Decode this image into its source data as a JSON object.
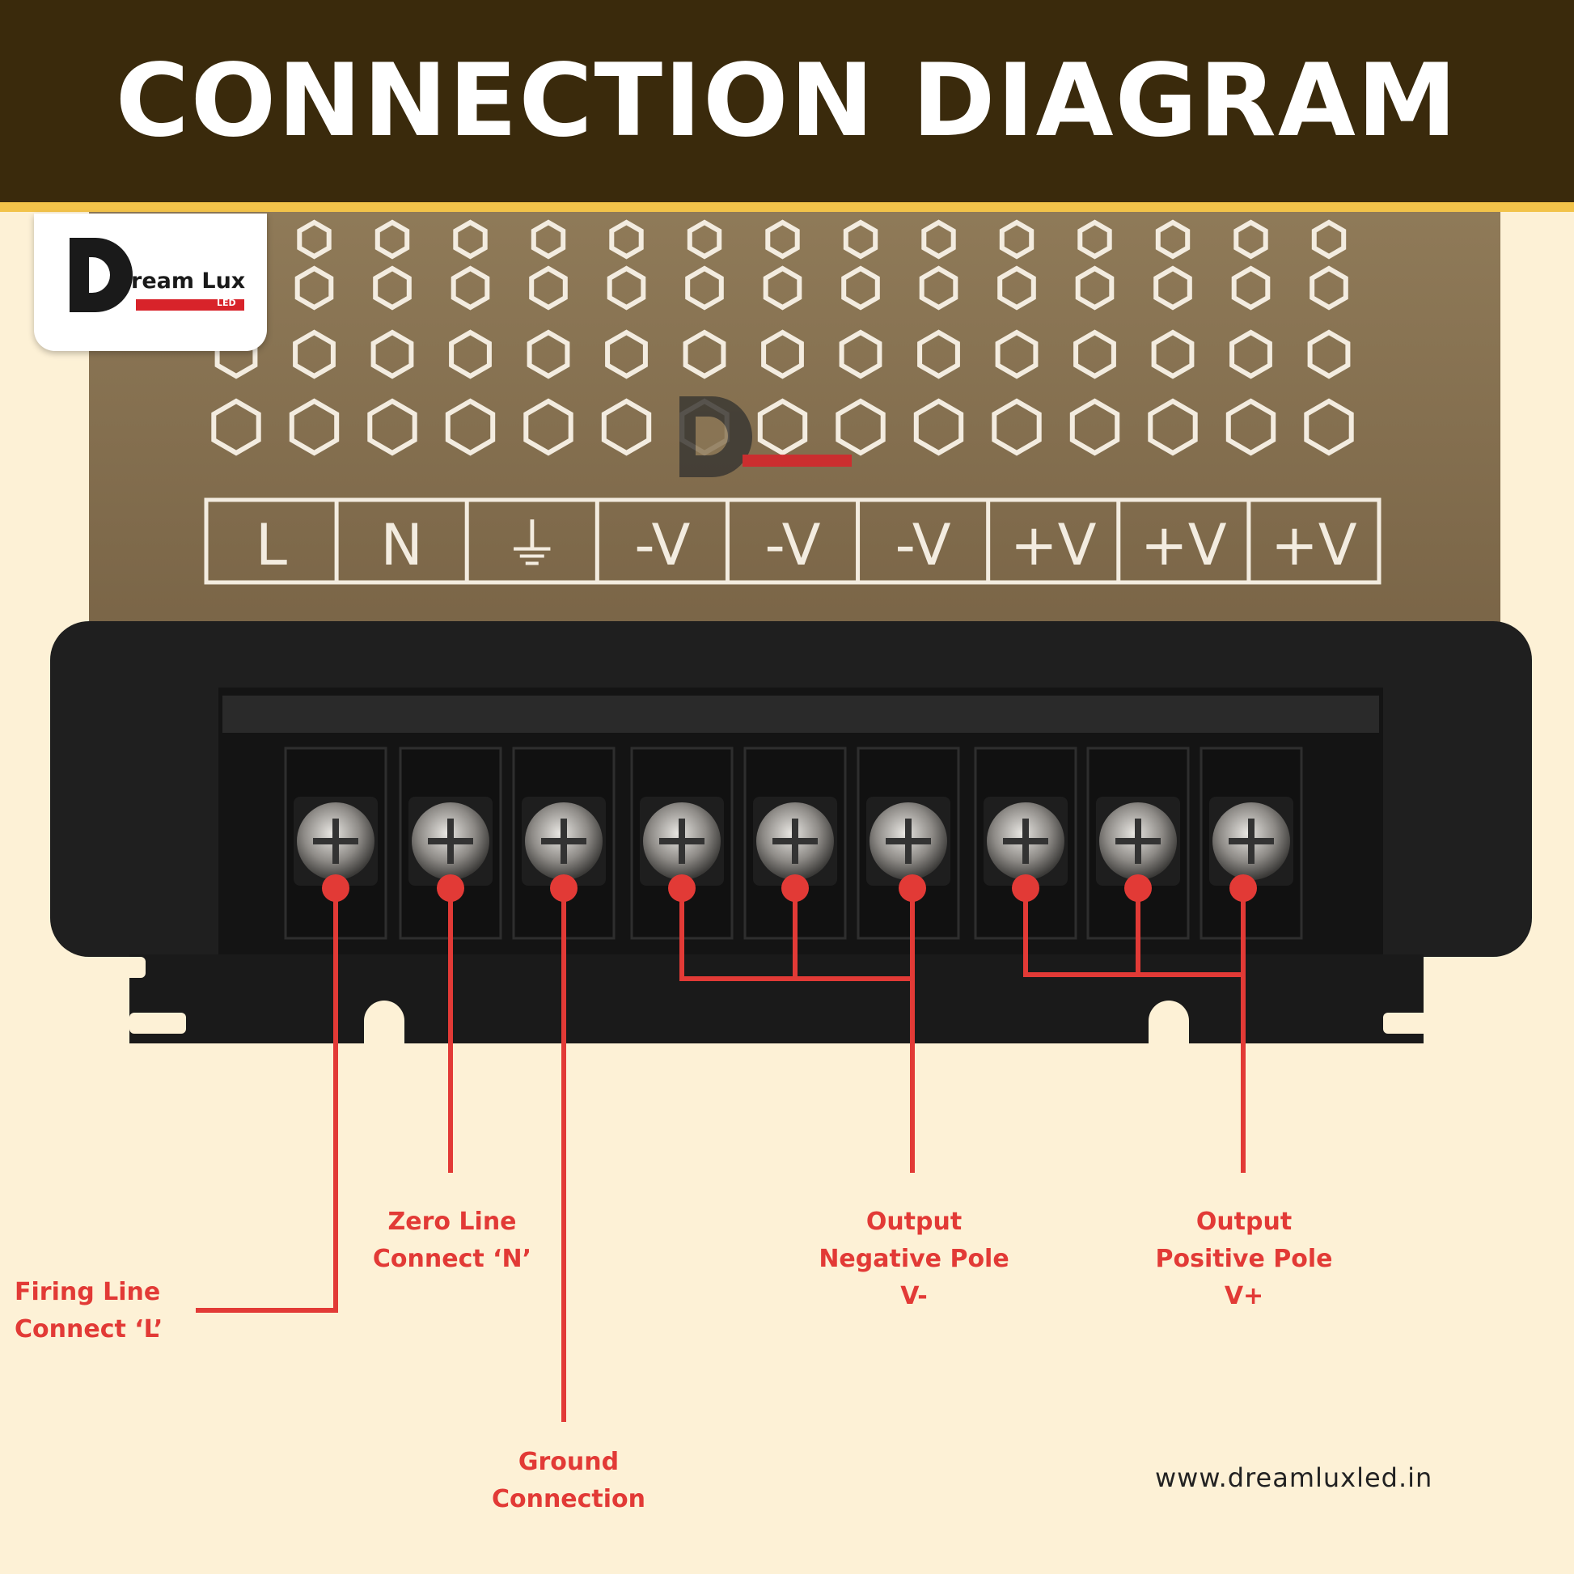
{
  "title": "CONNECTION DIAGRAM",
  "brand": {
    "name": "ream Lux",
    "sub": "LED"
  },
  "terminal_labels": [
    "L",
    "N",
    "⏚",
    "-V",
    "-V",
    "-V",
    "+V",
    "+V",
    "+V"
  ],
  "labels": {
    "firing": [
      "Firing  Line",
      "Connect ‘L’"
    ],
    "zero": [
      "Zero Line",
      "Connect ‘N’"
    ],
    "ground": [
      "Ground",
      "Connection"
    ],
    "negative": [
      "Output",
      "Negative Pole",
      "V-"
    ],
    "positive": [
      "Output",
      "Positive Pole",
      "V+"
    ]
  },
  "website": "www.dreamluxled.in",
  "colors": {
    "header_bg": "#3a2a0c",
    "accent_stripe": "#f2c34a",
    "background": "#fdf1d6",
    "wire_red": "#e23a36",
    "housing_gold": "#8a7656",
    "terminal_block": "#1c1c1c"
  }
}
